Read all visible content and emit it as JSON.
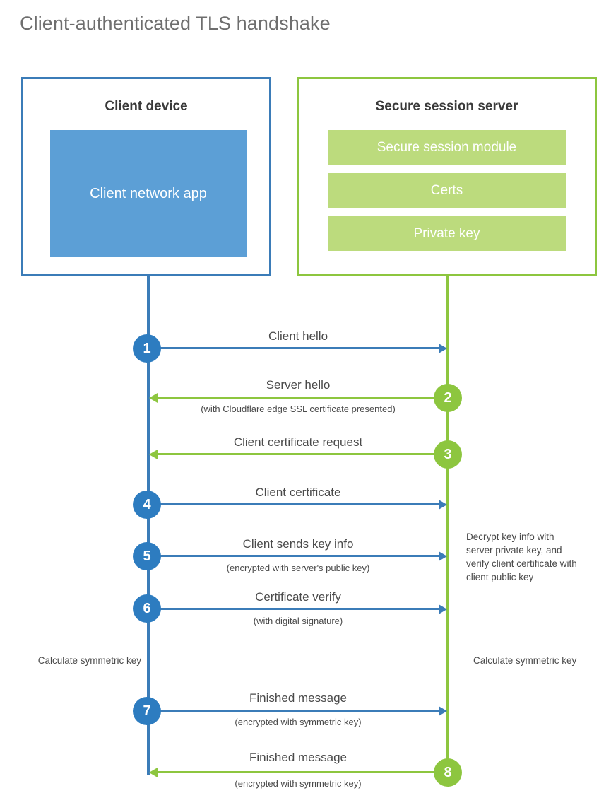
{
  "title": "Client-authenticated TLS handshake",
  "colors": {
    "blue_line": "#3b7cb8",
    "blue_circle": "#2d7cc0",
    "blue_fill": "#5c9fd6",
    "green_line": "#8dc63f",
    "green_circle": "#8dc63f",
    "green_fill": "#bcdb7d",
    "text": "#4a4a4a",
    "title_text": "#6e6e6e",
    "background": "#ffffff"
  },
  "parties": {
    "client": {
      "title": "Client device",
      "app_label": "Client network app"
    },
    "server": {
      "title": "Secure session server",
      "modules": [
        "Secure session module",
        "Certs",
        "Private key"
      ]
    }
  },
  "steps": [
    {
      "number": "1",
      "label": "Client hello",
      "sublabel": "",
      "direction": "client-to-server"
    },
    {
      "number": "2",
      "label": "Server hello",
      "sublabel": "(with Cloudflare edge SSL certificate presented)",
      "direction": "server-to-client"
    },
    {
      "number": "3",
      "label": "Client certificate request",
      "sublabel": "",
      "direction": "server-to-client"
    },
    {
      "number": "4",
      "label": "Client certificate",
      "sublabel": "",
      "direction": "client-to-server"
    },
    {
      "number": "5",
      "label": "Client sends key info",
      "sublabel": "(encrypted with server's public key)",
      "direction": "client-to-server"
    },
    {
      "number": "6",
      "label": "Certificate verify",
      "sublabel": "(with digital signature)",
      "direction": "client-to-server"
    },
    {
      "number": "7",
      "label": "Finished message",
      "sublabel": "(encrypted with symmetric key)",
      "direction": "client-to-server"
    },
    {
      "number": "8",
      "label": "Finished message",
      "sublabel": "(encrypted with symmetric key)",
      "direction": "server-to-client"
    }
  ],
  "annotations": {
    "server_decrypt": "Decrypt key info with server private key, and verify client certificate with client public key",
    "client_calculate": "Calculate symmetric key",
    "server_calculate": "Calculate symmetric key"
  }
}
